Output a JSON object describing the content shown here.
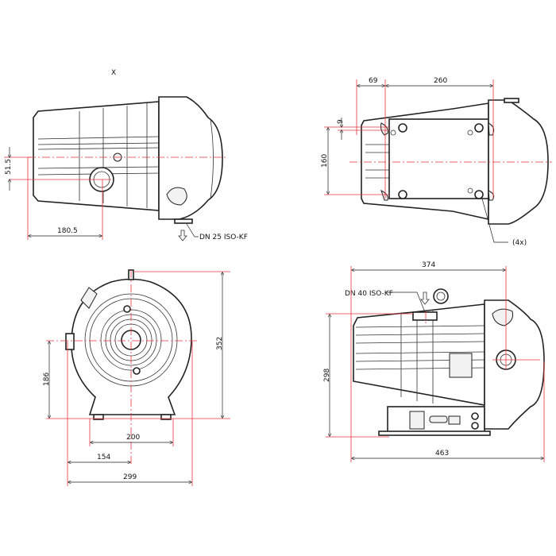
{
  "views": {
    "side_top_left": {
      "view_label": "X",
      "dim_height_offset": "51.5",
      "dim_length": "180.5",
      "outlet_label": "DN 25 ISO-KF"
    },
    "bottom_top_right": {
      "dim_offset": "69",
      "dim_hole_spacing_length": "260",
      "dim_small": "9",
      "dim_hole_spacing_width": "160",
      "holes_count": "(4x)"
    },
    "front_bottom_left": {
      "dim_total_height": "352",
      "dim_axis_height": "186",
      "dim_feet_spacing": "200",
      "dim_axis_offset": "154",
      "dim_total_width": "299"
    },
    "side_bottom_right": {
      "dim_length_to_port": "374",
      "inlet_label": "DN 40 ISO-KF",
      "dim_height": "298",
      "dim_total_length": "463"
    }
  },
  "colors": {
    "dimension_line": "#e8343a",
    "outline": "#222222"
  }
}
